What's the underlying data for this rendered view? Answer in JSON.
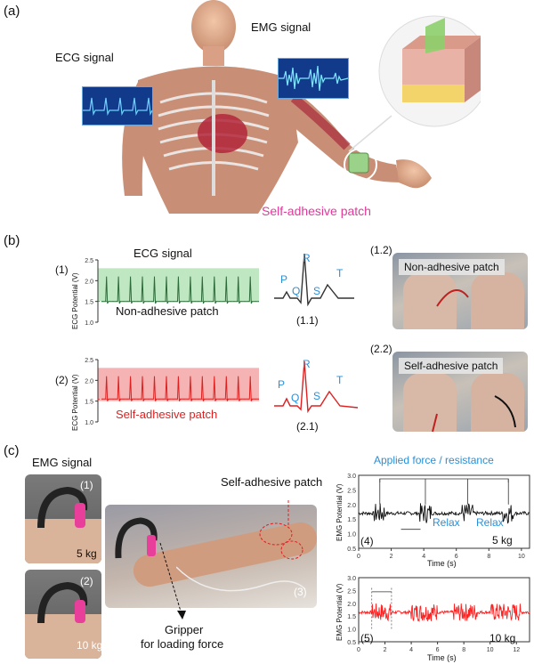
{
  "panel_a": {
    "label": "(a)",
    "ecg_label": "ECG signal",
    "emg_label": "EMG signal",
    "patch_label": "Self-adhesive patch"
  },
  "panel_b": {
    "label": "(b)",
    "row1": {
      "index": "(1)",
      "title": "ECG signal",
      "subtitle": "Non-adhesive patch",
      "ylabel": "ECG Potential (V)",
      "ticks": [
        "2.5",
        "2.0",
        "1.5",
        "1.0"
      ],
      "complex_label": "(1.1)",
      "photo_index": "(1.2)",
      "photo_caption": "Non-adhesive patch"
    },
    "row2": {
      "index": "(2)",
      "subtitle": "Self-adhesive patch",
      "ylabel": "ECG Potential (V)",
      "ticks": [
        "2.5",
        "2.0",
        "1.5",
        "1.0"
      ],
      "complex_label": "(2.1)",
      "photo_index": "(2.2)",
      "photo_caption": "Self-adhesive patch"
    },
    "waves": {
      "P": "P",
      "Q": "Q",
      "R": "R",
      "S": "S",
      "T": "T"
    }
  },
  "panel_c": {
    "label": "(c)",
    "emg_title": "EMG signal",
    "photo1_index": "(1)",
    "photo1_weight": "5 kg",
    "photo2_index": "(2)",
    "photo2_weight": "10 kg",
    "photo3_index": "(3)",
    "patch_label": "Self-adhesive patch",
    "gripper_label_1": "Gripper",
    "gripper_label_2": "for loading force",
    "chart4": {
      "index": "(4)",
      "annotation": "Applied force / resistance",
      "relax1": "Relax",
      "relax2": "Relax",
      "weight": "5 kg",
      "ylabel": "EMG Potential (V)",
      "xlabel": "Time (s)",
      "yticks": [
        "3.0",
        "2.5",
        "2.0",
        "1.5",
        "1.0",
        "0.5"
      ],
      "xticks": [
        "0",
        "2",
        "4",
        "6",
        "8",
        "10"
      ]
    },
    "chart5": {
      "index": "(5)",
      "weight": "10 kg",
      "ylabel": "EMG Potential (V)",
      "xlabel": "Time (s)",
      "yticks": [
        "3.0",
        "2.5",
        "2.0",
        "1.5",
        "1.0",
        "0.5"
      ],
      "xticks": [
        "0",
        "2",
        "4",
        "6",
        "8",
        "10",
        "12"
      ]
    }
  },
  "chart_data": [
    {
      "type": "line",
      "ylabel": "ECG Potential (V)",
      "ylim": [
        1.0,
        2.5
      ],
      "baseline": 1.5,
      "peak": 2.1,
      "beats": 13,
      "highlight": "#bfe8c2",
      "color": "#2d6b3a"
    },
    {
      "type": "line",
      "ylabel": "ECG Potential (V)",
      "ylim": [
        1.0,
        2.5
      ],
      "baseline": 1.55,
      "peak": 2.1,
      "beats": 13,
      "highlight": "#f6b3b3",
      "color": "#e02020"
    },
    {
      "type": "line",
      "ylabel": "EMG Potential (V)",
      "xlabel": "Time (s)",
      "xlim": [
        0,
        10.5
      ],
      "ylim": [
        0.5,
        3.0
      ],
      "baseline": 1.7,
      "bursts_s": [
        1.3,
        4.1,
        6.7,
        9.2
      ],
      "color": "#111111"
    },
    {
      "type": "line",
      "ylabel": "EMG Potential (V)",
      "xlabel": "Time (s)",
      "xlim": [
        0,
        13
      ],
      "ylim": [
        0.5,
        3.0
      ],
      "baseline": 1.65,
      "bursts_s": [
        [
          1,
          2.5
        ],
        [
          4,
          6
        ],
        [
          7.2,
          9
        ],
        [
          10,
          12.3
        ]
      ],
      "color": "#ff2020"
    }
  ]
}
